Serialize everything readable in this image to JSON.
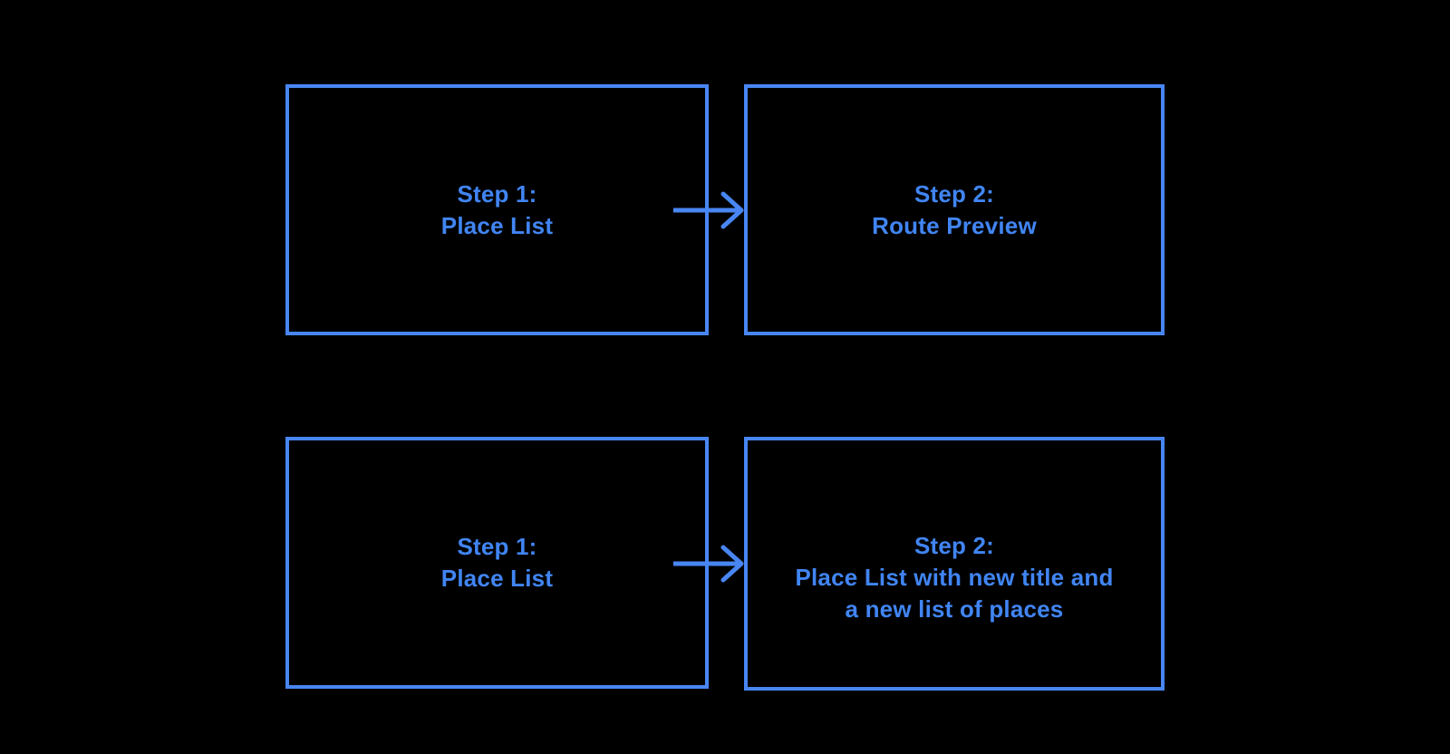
{
  "colors": {
    "background": "#000000",
    "accent": "#4886F3",
    "text": "#4185F3"
  },
  "flow": {
    "rows": [
      {
        "from": {
          "lines": [
            "Step 1:",
            "Place List"
          ]
        },
        "to": {
          "lines": [
            "Step 2:",
            "Route Preview"
          ]
        }
      },
      {
        "from": {
          "lines": [
            "Step 1:",
            "Place List"
          ]
        },
        "to": {
          "lines": [
            "Step 2:",
            "Place List with new title and",
            "a new list of places"
          ]
        }
      }
    ]
  }
}
